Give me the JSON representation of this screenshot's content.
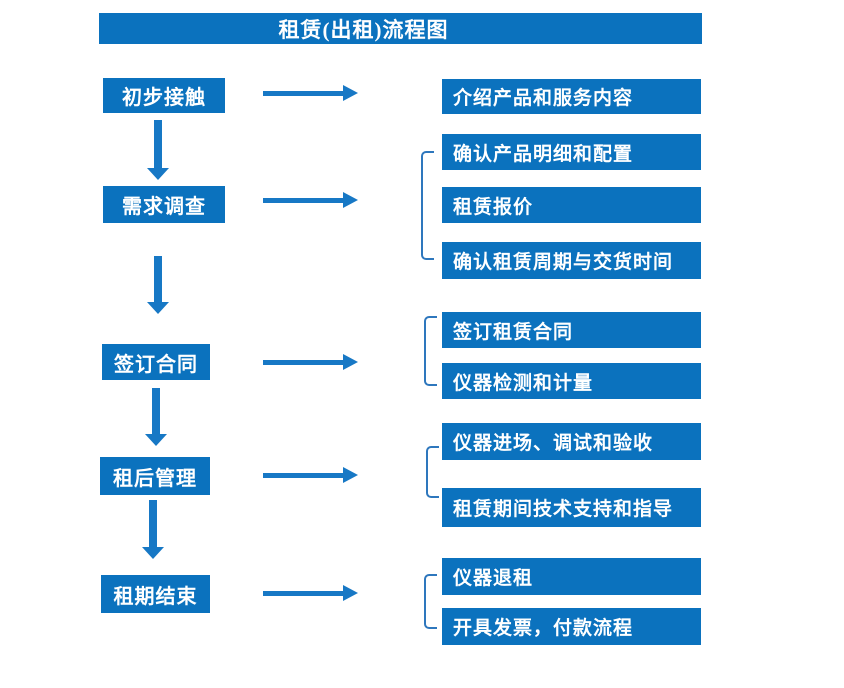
{
  "title": "租赁(出租)流程图",
  "colors": {
    "box_blue": "#0b72be",
    "arrow_blue": "#1778c5",
    "bracket_blue": "#2e77bd",
    "text": "#ffffff",
    "background": "#ffffff"
  },
  "stages": [
    {
      "label": "初步接触",
      "outputs": [
        "介绍产品和服务内容"
      ]
    },
    {
      "label": "需求调查",
      "outputs": [
        "确认产品明细和配置",
        "租赁报价",
        "确认租赁周期与交货时间"
      ]
    },
    {
      "label": "签订合同",
      "outputs": [
        "签订租赁合同",
        "仪器检测和计量"
      ]
    },
    {
      "label": "租后管理",
      "outputs": [
        "仪器进场、调试和验收",
        "租赁期间技术支持和指导"
      ]
    },
    {
      "label": "租期结束",
      "outputs": [
        "仪器退租",
        "开具发票，付款流程"
      ]
    }
  ]
}
